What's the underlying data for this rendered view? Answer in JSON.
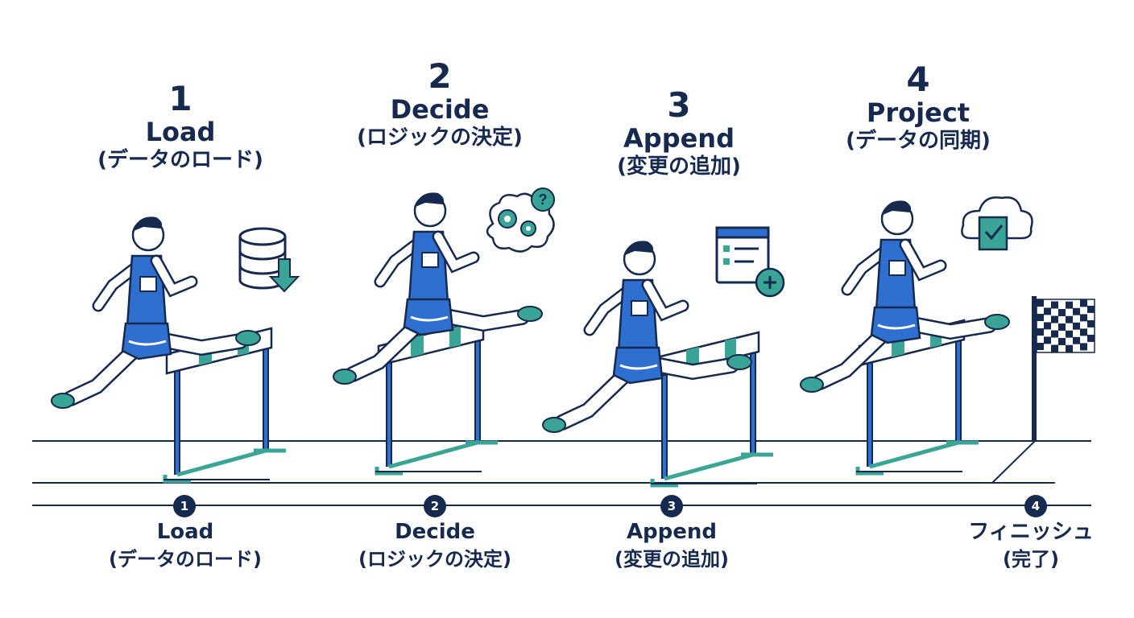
{
  "stages": [
    {
      "number": "1",
      "name": "Load",
      "jp": "(データのロード)",
      "icon": "database-download-icon"
    },
    {
      "number": "2",
      "name": "Decide",
      "jp": "(ロジックの決定)",
      "icon": "brain-gears-question-icon"
    },
    {
      "number": "3",
      "name": "Append",
      "jp": "(変更の追加)",
      "icon": "window-add-icon"
    },
    {
      "number": "4",
      "name": "Project",
      "jp": "(データの同期)",
      "icon": "cloud-check-icon"
    }
  ],
  "timeline": [
    {
      "badge": "1",
      "label": "Load",
      "sub": "(データのロード)"
    },
    {
      "badge": "2",
      "label": "Decide",
      "sub": "(ロジックの決定)"
    },
    {
      "badge": "3",
      "label": "Append",
      "sub": "(変更の追加)"
    },
    {
      "badge": "4",
      "label": "フィニッシュ",
      "sub": "(完了)"
    }
  ],
  "colors": {
    "navy": "#16294f",
    "blue": "#2f6fd0",
    "teal": "#3aa596",
    "white": "#ffffff"
  }
}
